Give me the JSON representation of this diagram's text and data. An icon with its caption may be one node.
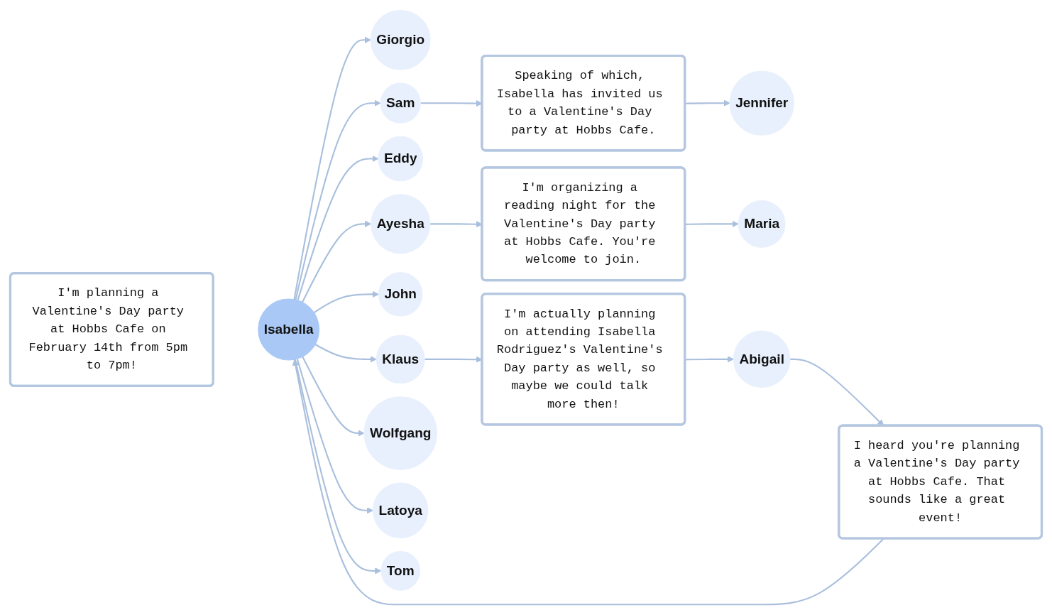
{
  "diagram": {
    "nodes": [
      {
        "text": [
          "I'm planning a Valentine's Day party at Hobbs Cafe on February 14th from 5pm to 7pm!"
        ]
      },
      {
        "text": [
          "Isabella"
        ]
      },
      {
        "text": [
          "Giorgio"
        ]
      },
      {
        "text": [
          "Sam"
        ]
      },
      {
        "text": [
          "Speaking of which, Isabella has invited us to a Valentine's Day party at Hobbs Cafe."
        ]
      },
      {
        "text": [
          "Jennifer"
        ]
      },
      {
        "text": [
          "Eddy"
        ]
      },
      {
        "text": [
          "Ayesha"
        ]
      },
      {
        "text": [
          "I'm organizing a reading night for the Valentine's Day party at Hobbs Cafe. You're welcome to join."
        ]
      },
      {
        "text": [
          "Maria"
        ]
      },
      {
        "text": [
          "John"
        ]
      },
      {
        "text": [
          "Klaus"
        ]
      },
      {
        "text": [
          "Wolfgang"
        ]
      },
      {
        "text": [
          "I'm actually planning on attending Isabella Rodriguez's Valentine's Day party as well, so maybe we could talk more then!"
        ]
      },
      {
        "text": [
          "Latoya"
        ]
      },
      {
        "text": [
          "I heard you're planning a Valentine's Day party at Hobbs Cafe. That sounds like a great event!"
        ]
      },
      {
        "text": [
          "Tom"
        ]
      },
      {
        "text": [
          "Abigail"
        ]
      }
    ],
    "edges": [
      {
        "from": 1,
        "to": 2,
        "arrow": "to"
      },
      {
        "from": 1,
        "to": 3,
        "arrow": "to"
      },
      {
        "from": 1,
        "to": 6,
        "arrow": "to"
      },
      {
        "from": 1,
        "to": 7,
        "arrow": "to"
      },
      {
        "from": 1,
        "to": 10,
        "arrow": "to"
      },
      {
        "from": 1,
        "to": 11,
        "arrow": "to"
      },
      {
        "from": 1,
        "to": 12,
        "arrow": "to"
      },
      {
        "from": 1,
        "to": 14,
        "arrow": "to"
      },
      {
        "from": 1,
        "to": 16,
        "arrow": "to"
      },
      {
        "from": 3,
        "to": 4,
        "arrow": "to"
      },
      {
        "from": 4,
        "to": 5,
        "arrow": "to"
      },
      {
        "from": 7,
        "to": 8,
        "arrow": "to"
      },
      {
        "from": 8,
        "to": 9,
        "arrow": "to"
      },
      {
        "from": 11,
        "to": 13,
        "arrow": "to"
      },
      {
        "from": 13,
        "to": 17,
        "arrow": "to"
      },
      {
        "from": 17,
        "to": 15,
        "arrow": "to"
      },
      {
        "from": 15,
        "to": 1,
        "arrow": "to"
      }
    ]
  }
}
